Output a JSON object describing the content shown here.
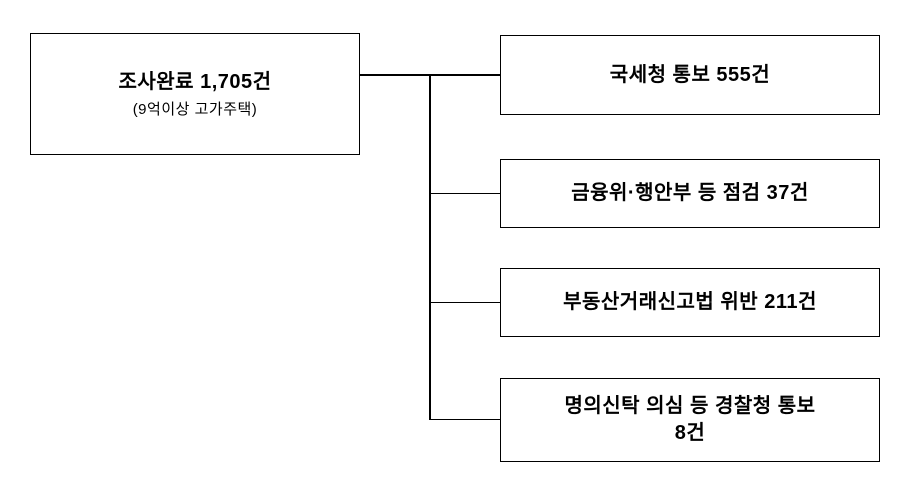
{
  "diagram": {
    "root": {
      "title": "조사완료  1,705건",
      "subtitle": "(9억이상  고가주택)"
    },
    "branches": [
      {
        "label": "국세청  통보  555건"
      },
      {
        "label": "금융위·행안부  등  점검  37건"
      },
      {
        "label": "부동산거래신고법  위반  211건"
      },
      {
        "label": "명의신탁  의심  등  경찰청  통보",
        "label_line2": "8건"
      }
    ]
  }
}
